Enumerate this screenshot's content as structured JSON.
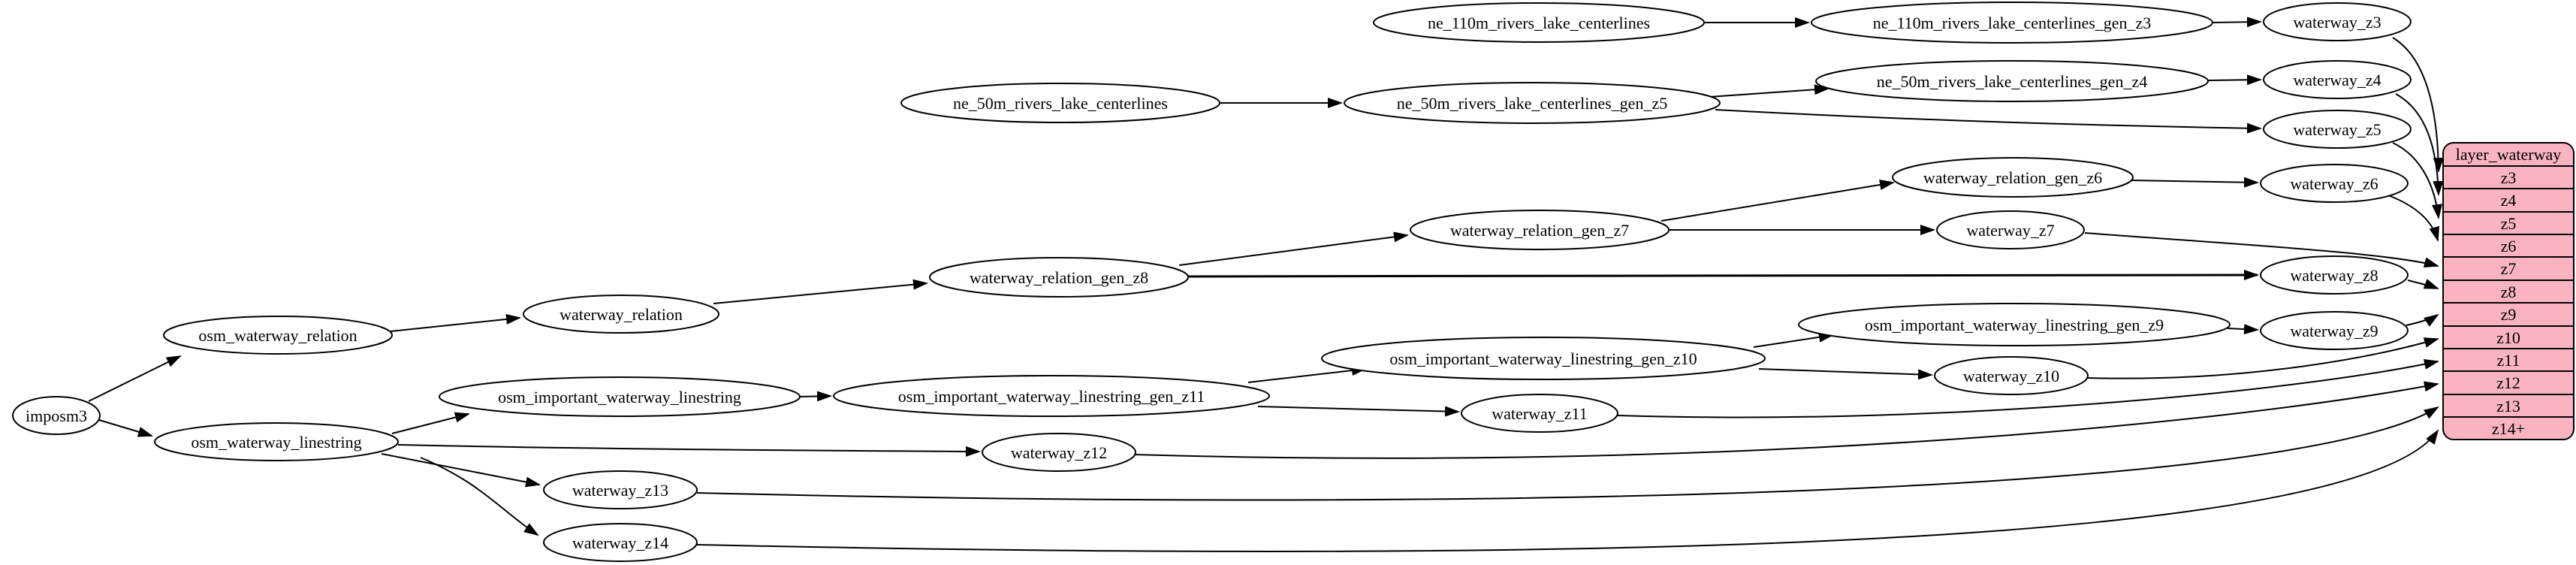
{
  "diagram": {
    "background_color": "#ffffff",
    "node_fill": "#ffffff",
    "node_stroke": "#000000",
    "edge_color": "#000000",
    "nodes": {
      "imposm3": "imposm3",
      "osm_waterway_relation": "osm_waterway_relation",
      "osm_waterway_linestring": "osm_waterway_linestring",
      "waterway_relation": "waterway_relation",
      "osm_important_waterway_linestring": "osm_important_waterway_linestring",
      "waterway_z13": "waterway_z13",
      "waterway_z14": "waterway_z14",
      "waterway_relation_gen_z8": "waterway_relation_gen_z8",
      "osm_important_waterway_linestring_gen_z11": "osm_important_waterway_linestring_gen_z11",
      "waterway_z12": "waterway_z12",
      "ne_50m_rivers_lake_centerlines": "ne_50m_rivers_lake_centerlines",
      "ne_110m_rivers_lake_centerlines": "ne_110m_rivers_lake_centerlines",
      "ne_50m_rivers_lake_centerlines_gen_z5": "ne_50m_rivers_lake_centerlines_gen_z5",
      "waterway_relation_gen_z7": "waterway_relation_gen_z7",
      "osm_important_waterway_linestring_gen_z10": "osm_important_waterway_linestring_gen_z10",
      "waterway_z11": "waterway_z11",
      "ne_110m_rivers_lake_centerlines_gen_z3": "ne_110m_rivers_lake_centerlines_gen_z3",
      "ne_50m_rivers_lake_centerlines_gen_z4": "ne_50m_rivers_lake_centerlines_gen_z4",
      "waterway_relation_gen_z6": "waterway_relation_gen_z6",
      "waterway_z7": "waterway_z7",
      "osm_important_waterway_linestring_gen_z9": "osm_important_waterway_linestring_gen_z9",
      "waterway_z10": "waterway_z10",
      "waterway_z3": "waterway_z3",
      "waterway_z4": "waterway_z4",
      "waterway_z5": "waterway_z5",
      "waterway_z6": "waterway_z6",
      "waterway_z8": "waterway_z8",
      "waterway_z9": "waterway_z9"
    },
    "table": {
      "title": "layer_waterway",
      "fill": "#fab4c1",
      "stroke": "#000000",
      "rows": [
        "z3",
        "z4",
        "z5",
        "z6",
        "z7",
        "z8",
        "z9",
        "z10",
        "z11",
        "z12",
        "z13",
        "z14+"
      ]
    }
  }
}
